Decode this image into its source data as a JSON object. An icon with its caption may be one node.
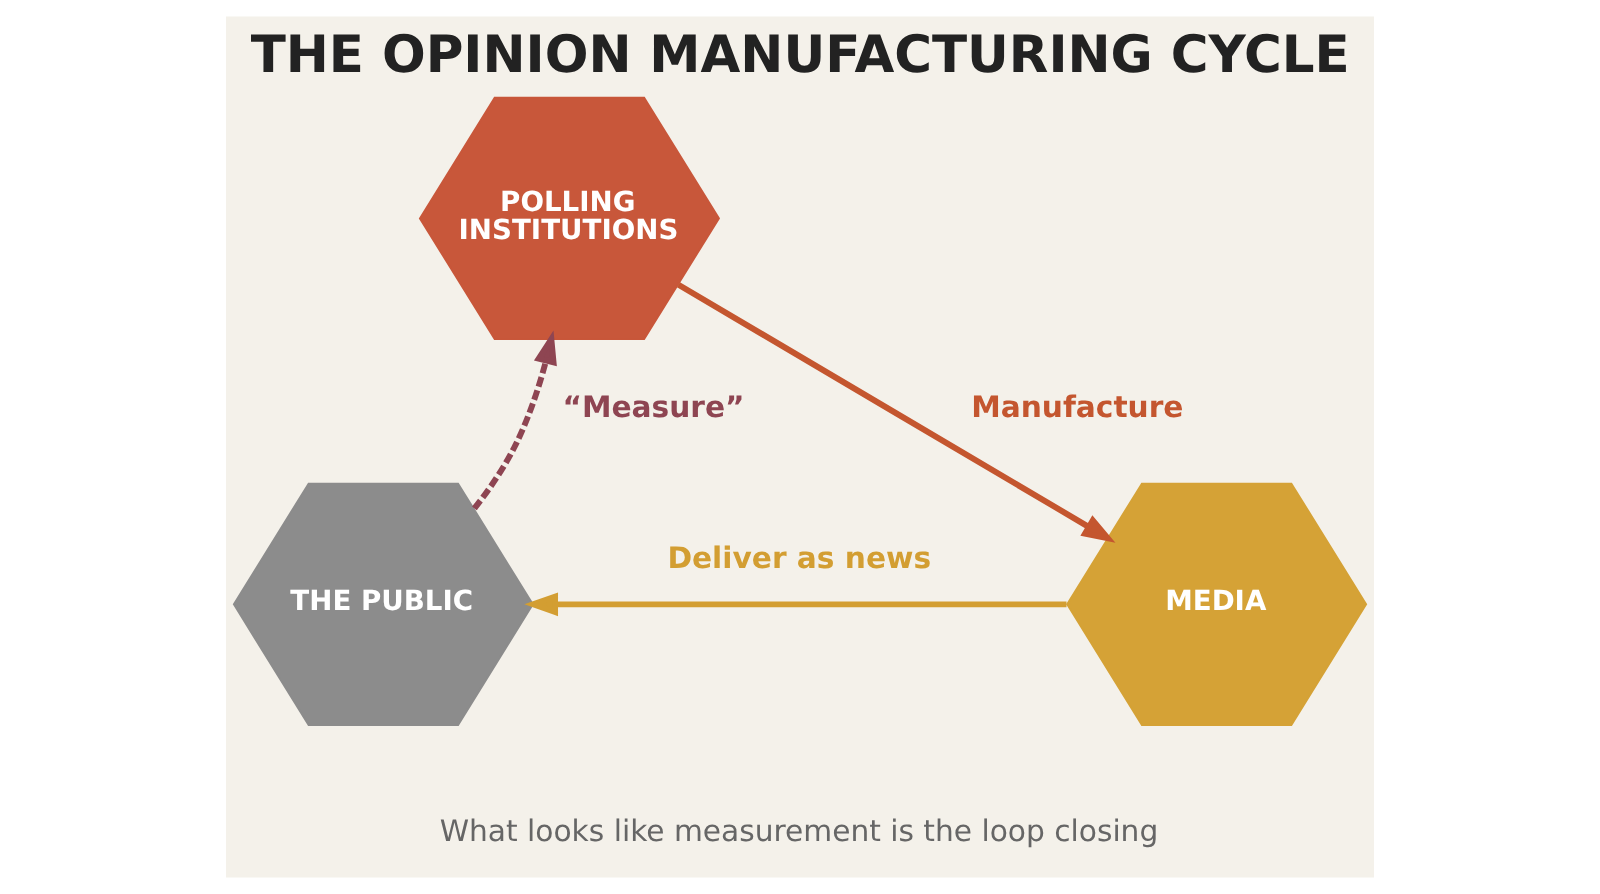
{
  "diagram": {
    "title": "THE OPINION MANUFACTURING CYCLE",
    "caption": "What looks like measurement is the loop closing",
    "nodes": [
      {
        "text": [
          "POLLING INSTITUTIONS"
        ]
      },
      {
        "text": [
          "THE PUBLIC"
        ]
      },
      {
        "text": [
          "MEDIA"
        ]
      }
    ],
    "edges": [
      {
        "from": 0,
        "to": 2,
        "arrow": "to",
        "label": "Manufacture",
        "color": "#c4562f"
      },
      {
        "from": 2,
        "to": 1,
        "arrow": "to",
        "label": "Deliver as news",
        "color": "#d39e32"
      },
      {
        "from": 1,
        "to": 0,
        "arrow": "to",
        "label": "“Measure”",
        "style": "dashed",
        "color": "#8e4552"
      }
    ]
  }
}
